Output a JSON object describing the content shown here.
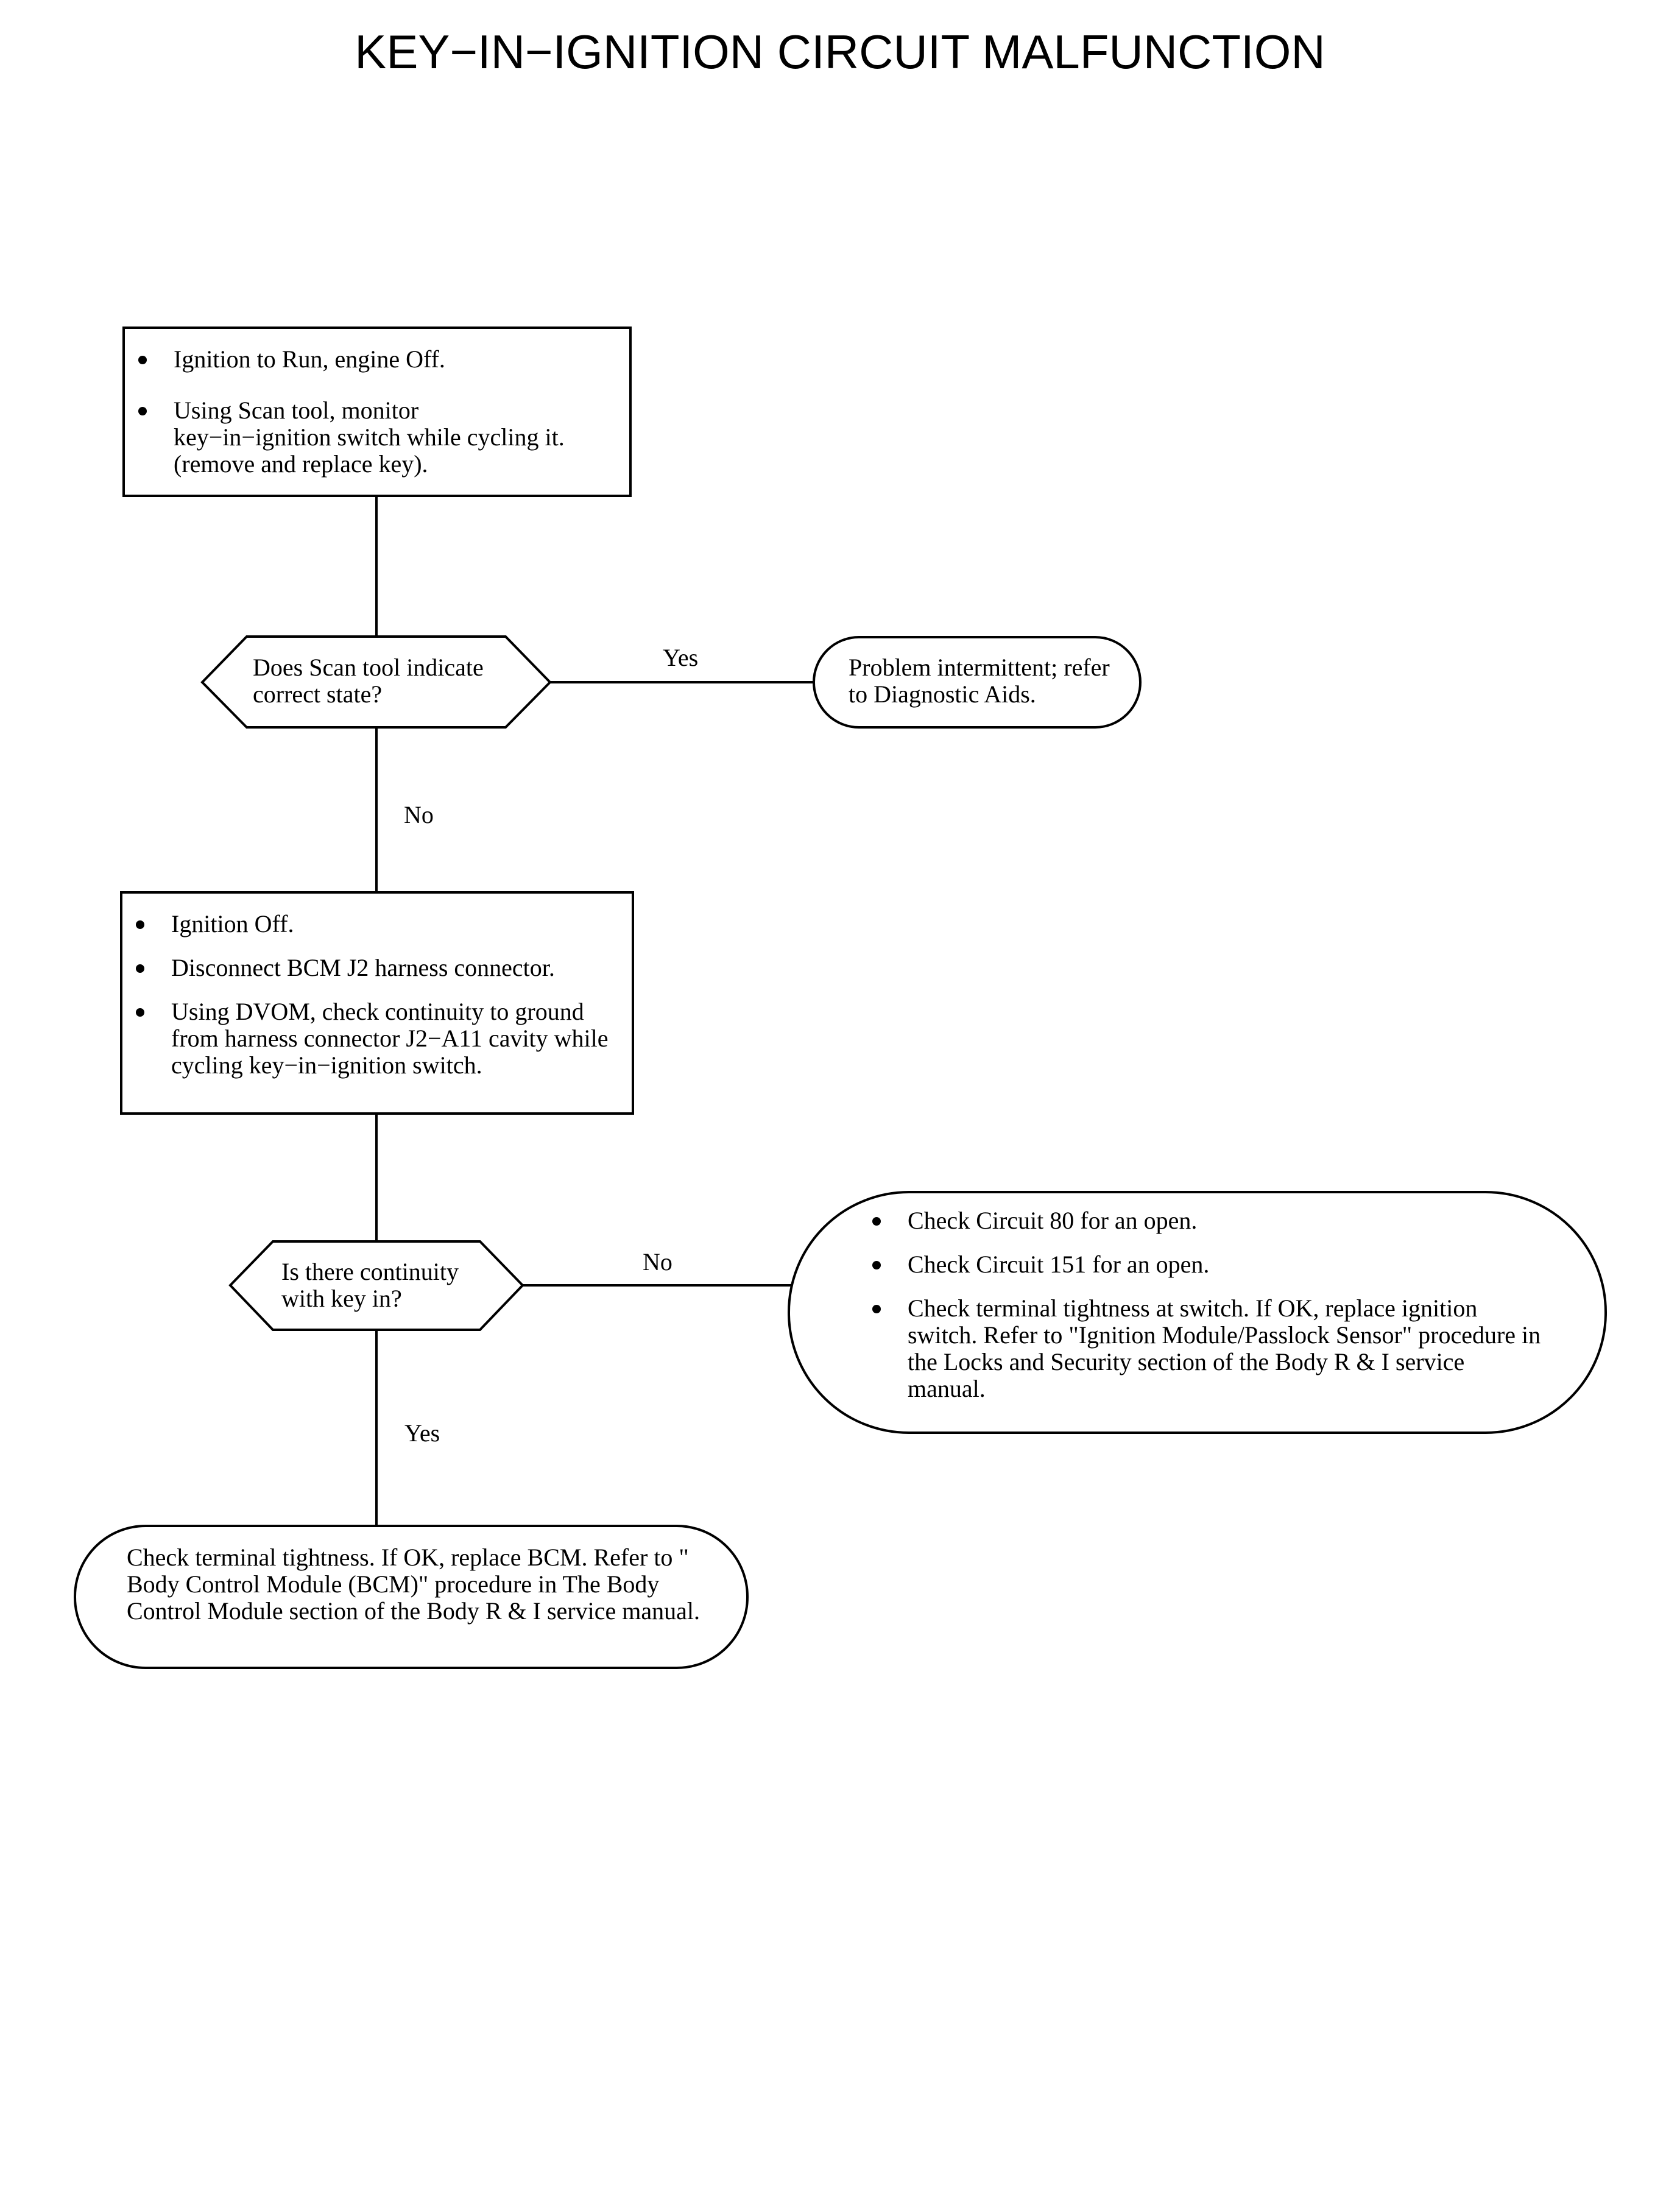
{
  "title": "KEY−IN−IGNITION CIRCUIT MALFUNCTION",
  "nodes": {
    "step1": {
      "items": [
        "Ignition to Run, engine Off.",
        "Using Scan tool, monitor key−in−ignition switch while cycling it.  (remove and replace key)."
      ]
    },
    "decision1": {
      "text": "Does Scan tool indicate correct state?"
    },
    "result1": {
      "text": "Problem intermittent; refer to Diagnostic Aids."
    },
    "step2": {
      "items": [
        "Ignition Off.",
        "Disconnect BCM J2 harness connector.",
        "Using DVOM, check continuity to ground from harness connector J2−A11 cavity while cycling key−in−ignition switch."
      ]
    },
    "decision2": {
      "text": "Is there continuity with key in?"
    },
    "result2": {
      "items": [
        "Check Circuit 80 for an open.",
        "Check Circuit 151 for an open.",
        "Check terminal tightness at switch. If OK, replace ignition switch. Refer to \"Ignition Module/Passlock Sensor\" procedure in the Locks and Security section of the Body R & I service manual."
      ]
    },
    "result3": {
      "text": "Check terminal tightness.  If OK, replace BCM. Refer to \" Body Control Module (BCM)\" procedure in The Body Control Module section of the Body R & I service manual."
    }
  },
  "edges": {
    "decision1_yes": "Yes",
    "decision1_no": "No",
    "decision2_no": "No",
    "decision2_yes": "Yes"
  }
}
